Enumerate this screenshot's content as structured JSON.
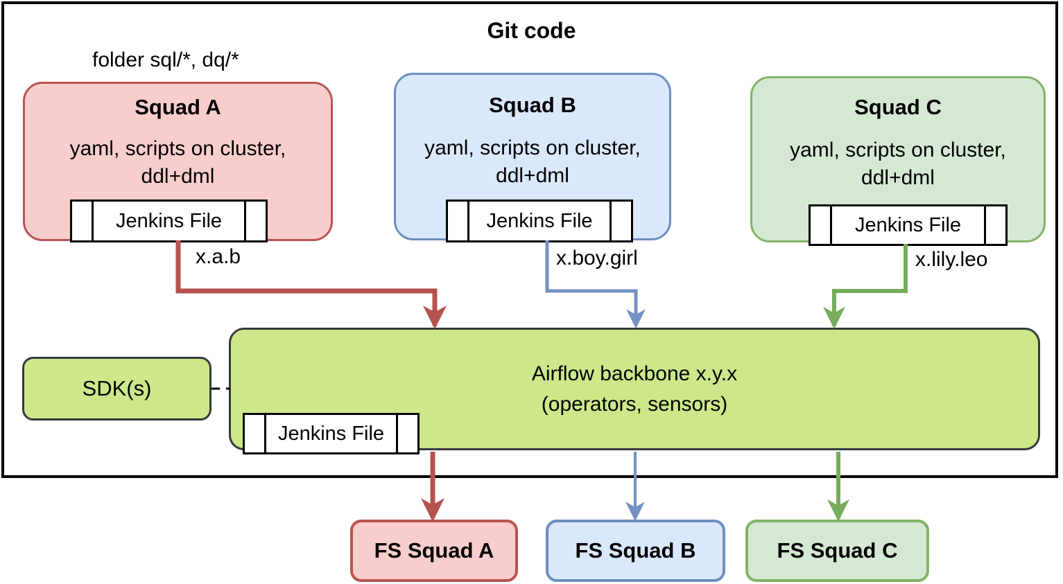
{
  "header": {
    "title": "Git code",
    "folder_label": "folder sql/*, dq/*"
  },
  "squads": [
    {
      "title": "Squad A",
      "body_line1": "yaml, scripts on cluster,",
      "body_line2": "ddl+dml",
      "jenkins_label": "Jenkins File",
      "version_label": "x.a.b"
    },
    {
      "title": "Squad B",
      "body_line1": "yaml, scripts on cluster,",
      "body_line2": "ddl+dml",
      "jenkins_label": "Jenkins File",
      "version_label": "x.boy.girl"
    },
    {
      "title": "Squad C",
      "body_line1": "yaml, scripts on cluster,",
      "body_line2": "ddl+dml",
      "jenkins_label": "Jenkins File",
      "version_label": "x.lily.leo"
    }
  ],
  "sdk": {
    "label": "SDK(s)"
  },
  "airflow": {
    "line1": "Airflow backbone x.y.x",
    "line2": "(operators, sensors)",
    "jenkins_label": "Jenkins File"
  },
  "fs_squads": [
    {
      "label": "FS Squad A"
    },
    {
      "label": "FS Squad B"
    },
    {
      "label": "FS Squad C"
    }
  ],
  "palette": {
    "red_fill": "#f8cecc",
    "red_stroke": "#b85450",
    "blue_fill": "#dae8fc",
    "blue_stroke": "#6c8ebf",
    "green_fill": "#d5e8d4",
    "green_stroke": "#82b366",
    "lime_fill": "#cde78a",
    "dark_stroke": "#36393d",
    "arrow_red": "#b5524e",
    "arrow_blue": "#7591c2",
    "arrow_green": "#76ac5c",
    "container_border": "#000000"
  }
}
